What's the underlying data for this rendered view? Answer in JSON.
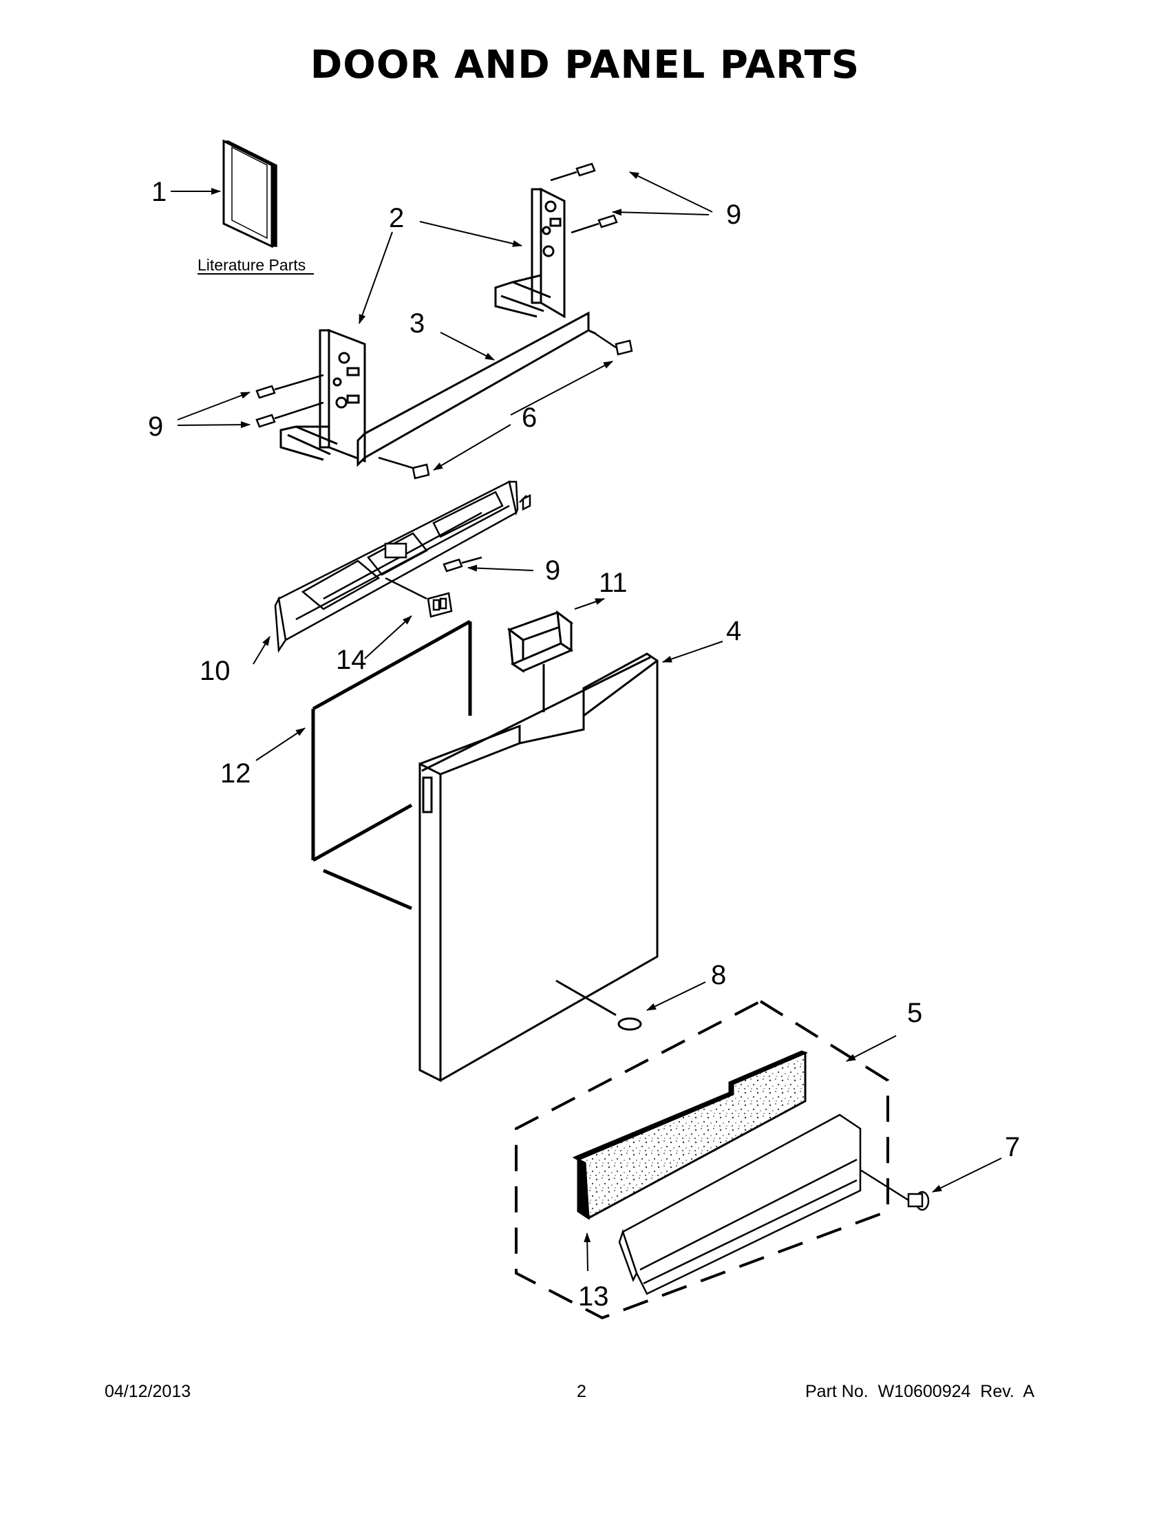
{
  "title": "DOOR AND PANEL PARTS",
  "literature_label": "Literature Parts",
  "callouts": {
    "c1": "1",
    "c2": "2",
    "c3": "3",
    "c4": "4",
    "c5": "5",
    "c6": "6",
    "c7": "7",
    "c8": "8",
    "c9a": "9",
    "c9b": "9",
    "c9c": "9",
    "c10": "10",
    "c11": "11",
    "c12": "12",
    "c13": "13",
    "c14": "14"
  },
  "footer": {
    "date": "04/12/2013",
    "page": "2",
    "part": "Part No.  W10600924  Rev.  A"
  }
}
